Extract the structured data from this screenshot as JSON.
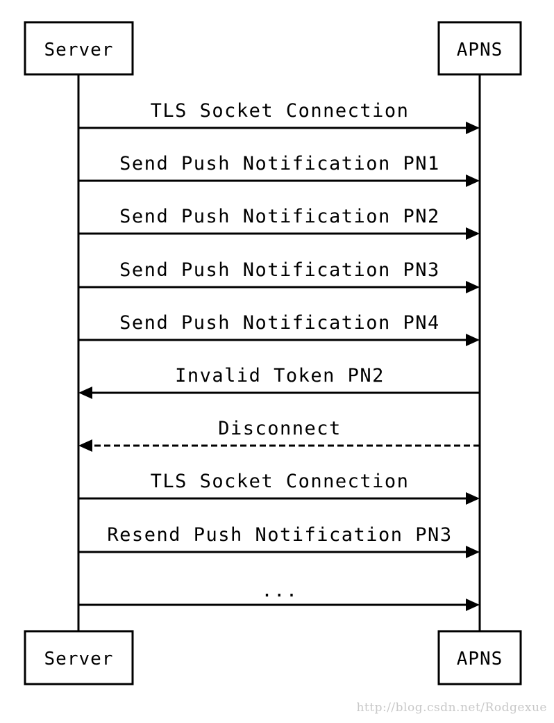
{
  "participants": {
    "left": "Server",
    "right": "APNS"
  },
  "messages": [
    {
      "label": "TLS Socket Connection",
      "direction": "right",
      "style": "solid"
    },
    {
      "label": "Send Push Notification PN1",
      "direction": "right",
      "style": "solid"
    },
    {
      "label": "Send Push Notification PN2",
      "direction": "right",
      "style": "solid"
    },
    {
      "label": "Send Push Notification PN3",
      "direction": "right",
      "style": "solid"
    },
    {
      "label": "Send Push Notification PN4",
      "direction": "right",
      "style": "solid"
    },
    {
      "label": "Invalid Token PN2",
      "direction": "left",
      "style": "solid"
    },
    {
      "label": "Disconnect",
      "direction": "left",
      "style": "dashed"
    },
    {
      "label": "TLS Socket Connection",
      "direction": "right",
      "style": "solid"
    },
    {
      "label": "Resend Push Notification PN3",
      "direction": "right",
      "style": "solid"
    },
    {
      "label": "...",
      "direction": "right",
      "style": "solid"
    }
  ],
  "watermark": "http://blog.csdn.net/Rodgexue",
  "colors": {
    "line": "#000000",
    "background": "#ffffff",
    "watermark": "#c8c8c8"
  }
}
